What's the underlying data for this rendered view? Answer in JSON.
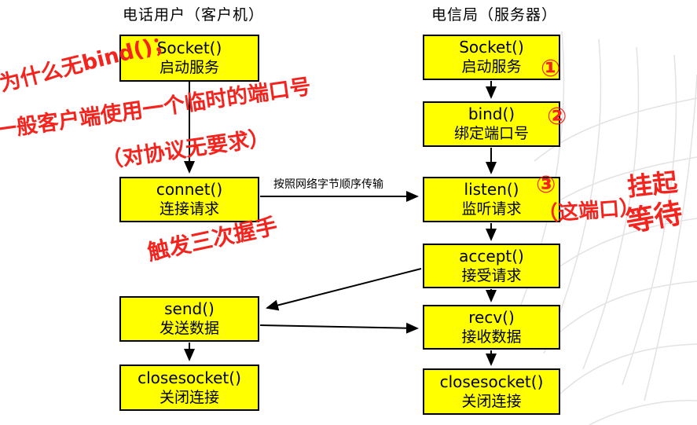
{
  "titles": {
    "client": "电话用户（客户机）",
    "server": "电信局（服务器）"
  },
  "client_boxes": [
    {
      "fn": "Socket()",
      "desc": "启动服务"
    },
    {
      "fn": "connet()",
      "desc": "连接请求"
    },
    {
      "fn": "send()",
      "desc": "发送数据"
    },
    {
      "fn": "closesocket()",
      "desc": "关闭连接"
    }
  ],
  "server_boxes": [
    {
      "fn": "Socket()",
      "desc": "启动服务"
    },
    {
      "fn": "bind()",
      "desc": "绑定端口号"
    },
    {
      "fn": "listen()",
      "desc": "监听请求"
    },
    {
      "fn": "accept()",
      "desc": "接受请求"
    },
    {
      "fn": "recv()",
      "desc": "接收数据"
    },
    {
      "fn": "closesocket()",
      "desc": "关闭连接"
    }
  ],
  "arrow_label": "按照网络字节顺序传输",
  "annotations": {
    "why_no_bind": "为什么无bind()；",
    "client_port": "一般客户端使用一个临时的端口号",
    "protocol_note": "（对协议无要求）",
    "handshake": "触发三次握手",
    "num1": "①",
    "num2": "②",
    "num3": "③",
    "hang": "挂起",
    "port_note": "（这端口）",
    "wait": "等待"
  },
  "colors": {
    "box_fill": "#ffff00",
    "box_border": "#000000",
    "annotation_red": "#f5231d",
    "mesh_gray": "#dcdcdc"
  }
}
